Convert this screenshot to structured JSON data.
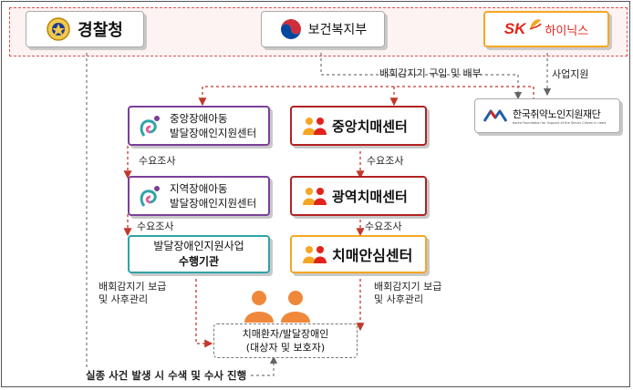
{
  "orgs": {
    "police": "경찰청",
    "health_ministry": "보건복지부",
    "sk_brand": "SK",
    "sk_name": "하이닉스",
    "foundation": "한국취약노인지원재단",
    "foundation_en": "Korea Foundation for Support of the Senior Citizen in need"
  },
  "centers": {
    "central_child_line1": "중앙장애아동",
    "central_child_line2": "발달장애인지원센터",
    "regional_child_line1": "지역장애아동",
    "regional_child_line2": "발달장애인지원센터",
    "dev_agency_line1": "발달장애인지원사업",
    "dev_agency_line2": "수행기관",
    "central_dementia": "중앙치매센터",
    "regional_dementia": "광역치매센터",
    "dementia_care": "치매안심센터"
  },
  "target": {
    "line1": "치매환자/발달장애인",
    "line2": "(대상자 및 보호자)"
  },
  "labels": {
    "purchase_distribute": "배회감지기 구입 및 배부",
    "business_support": "사업지원",
    "demand_survey": "수요조사",
    "supply_line1": "배회감지기 보급",
    "supply_line2": "및 사후관리",
    "missing_search": "실종 사건 발생 시 수색 및 수사 진행"
  },
  "colors": {
    "purple": "#7b3f98",
    "red": "#b22222",
    "teal": "#2fa3a8",
    "orange": "#f5a623",
    "sk_red": "#e2231a",
    "arrow_red": "#c0392b",
    "person": "#f0883c"
  }
}
